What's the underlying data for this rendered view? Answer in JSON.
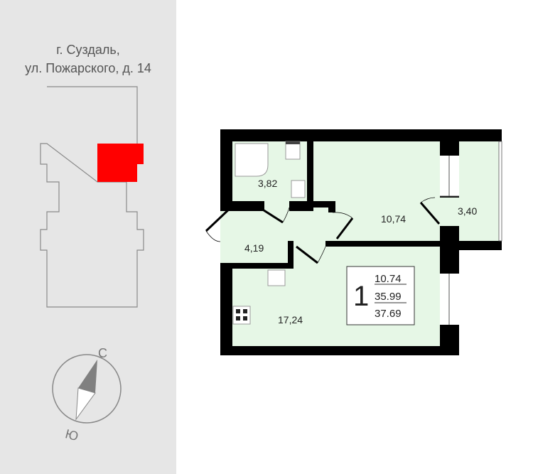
{
  "address": {
    "line1": "г. Суздаль,",
    "line2": "ул. Пожарского, д. 14"
  },
  "compass": {
    "north": "С",
    "south": "Ю"
  },
  "rooms": {
    "bathroom": "3,82",
    "living": "10,74",
    "balcony": "3,40",
    "hall": "4,19",
    "kitchen": "17,24"
  },
  "summary": {
    "rooms_count": "1",
    "living_area": "10.74",
    "total_area": "35.99",
    "total_with_balcony": "37.69"
  },
  "colors": {
    "highlight": "#ff0000",
    "room_fill": "#e6f7e6",
    "wall": "#000000",
    "side_bg": "#e6e6e6"
  }
}
